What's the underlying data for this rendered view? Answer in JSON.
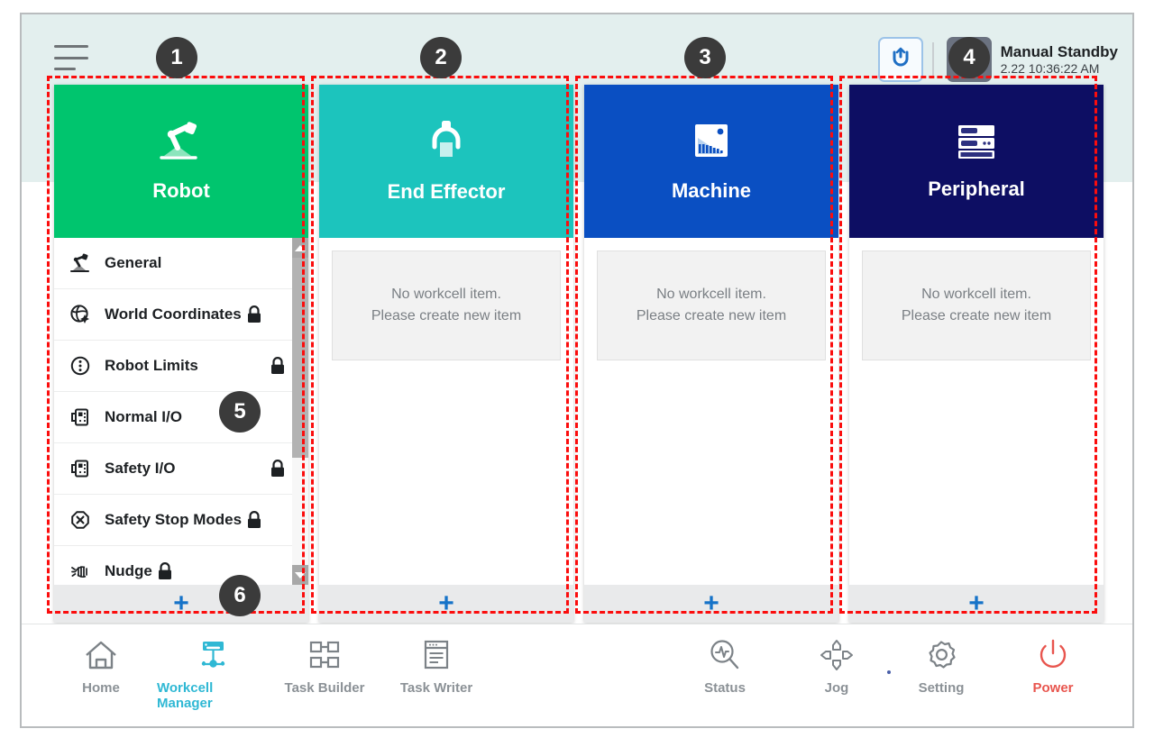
{
  "header": {
    "menu_icon": "hamburger-menu-icon",
    "rotate_icon": "gripper-rotate-icon",
    "manual_icon": "manual-hand-icon",
    "status_title": "Manual Standby",
    "status_datetime": "2.22 10:36:22 AM"
  },
  "columns": [
    {
      "key": "robot",
      "label": "Robot",
      "icon": "robot-arm-icon",
      "color": "#00c56e",
      "add_label": "+",
      "items": [
        {
          "label": "General",
          "icon": "robot-arm-small-icon",
          "locked": false,
          "lock_tight": false
        },
        {
          "label": "World Coordinates",
          "icon": "world-coordinates-icon",
          "locked": true,
          "lock_tight": true
        },
        {
          "label": "Robot Limits",
          "icon": "robot-limits-icon",
          "locked": true,
          "lock_tight": false
        },
        {
          "label": "Normal I/O",
          "icon": "normal-io-icon",
          "locked": false,
          "lock_tight": false
        },
        {
          "label": "Safety I/O",
          "icon": "safety-io-icon",
          "locked": true,
          "lock_tight": false
        },
        {
          "label": "Safety Stop Modes",
          "icon": "safety-stop-modes-icon",
          "locked": true,
          "lock_tight": true
        },
        {
          "label": "Nudge",
          "icon": "nudge-hand-icon",
          "locked": true,
          "lock_tight": true
        }
      ]
    },
    {
      "key": "end-effector",
      "label": "End Effector",
      "icon": "end-effector-gripper-icon",
      "color": "#1cc4bd",
      "add_label": "+",
      "empty_line1": "No workcell item.",
      "empty_line2": "Please create new item"
    },
    {
      "key": "machine",
      "label": "Machine",
      "icon": "machine-icon",
      "color": "#0a4fc2",
      "add_label": "+",
      "empty_line1": "No workcell item.",
      "empty_line2": "Please create new item"
    },
    {
      "key": "peripheral",
      "label": "Peripheral",
      "icon": "peripheral-rack-icon",
      "color": "#0d0e63",
      "add_label": "+",
      "empty_line1": "No workcell item.",
      "empty_line2": "Please create new item"
    }
  ],
  "bottom_nav": {
    "left": [
      {
        "label": "Home",
        "icon": "home-icon",
        "active": false
      },
      {
        "label": "Workcell Manager",
        "icon": "workcell-manager-icon",
        "active": true
      },
      {
        "label": "Task Builder",
        "icon": "task-builder-icon",
        "active": false
      },
      {
        "label": "Task Writer",
        "icon": "task-writer-icon",
        "active": false
      }
    ],
    "right": [
      {
        "label": "Status",
        "icon": "status-magnifier-icon",
        "active": false
      },
      {
        "label": "Jog",
        "icon": "jog-dpad-icon",
        "active": false
      },
      {
        "label": "Setting",
        "icon": "gear-icon",
        "active": false
      },
      {
        "label": "Power",
        "icon": "power-icon",
        "active": false
      }
    ]
  },
  "annotations": [
    {
      "number": "1"
    },
    {
      "number": "2"
    },
    {
      "number": "3"
    },
    {
      "number": "4"
    },
    {
      "number": "5"
    },
    {
      "number": "6"
    }
  ],
  "colors": {
    "annotation": "#fb0d0d",
    "accent_blue": "#1673c8",
    "active_nav": "#2fb8d4",
    "power_red": "#e8554e"
  }
}
